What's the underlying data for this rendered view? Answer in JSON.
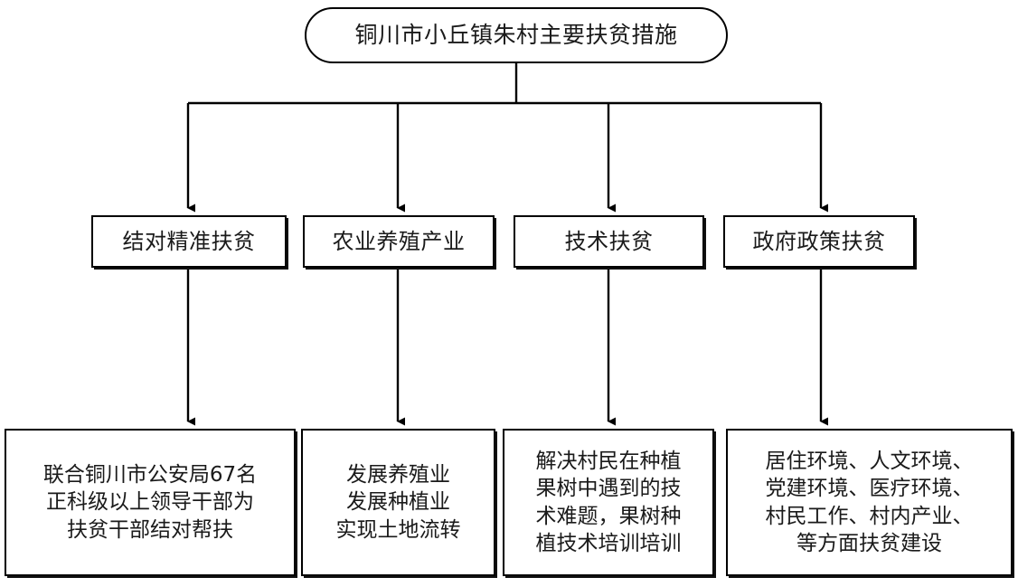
{
  "diagram": {
    "type": "tree",
    "title": "铜川市小丘镇朱村主要扶贫措施",
    "stroke_color": "#000000",
    "fill_color": "#ffffff",
    "text_color": "#1a1a1a",
    "root": {
      "label": "铜川市小丘镇朱村主要扶贫措施",
      "shape": "rounded-rectangle"
    },
    "branches": [
      {
        "category": "结对精准扶贫",
        "detail": "联合铜川市公安局67名\n正科级以上领导干部为\n扶贫干部结对帮扶"
      },
      {
        "category": "农业养殖产业",
        "detail": "发展养殖业\n发展种植业\n实现土地流转"
      },
      {
        "category": "技术扶贫",
        "detail": "解决村民在种植\n果树中遇到的技\n术难题，果树种\n植技术培训培训"
      },
      {
        "category": "政府政策扶贫",
        "detail": "居住环境、人文环境、\n党建环境、医疗环境、\n村民工作、村内产业、\n等方面扶贫建设"
      }
    ]
  }
}
